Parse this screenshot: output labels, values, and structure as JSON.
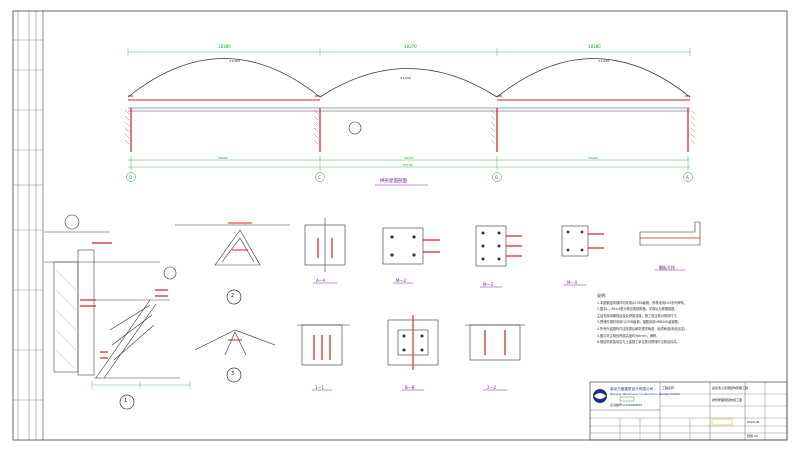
{
  "colors": {
    "line": "#333333",
    "member": "#cc2222",
    "dim": "#2f9a3a",
    "label": "#1a9a2a",
    "title": "#7a2aa0",
    "text": "#1e2f8a",
    "paper": "#ffffff"
  },
  "elevation": {
    "span_left": "18380",
    "span_mid": "18370",
    "span_right": "18380",
    "span_sub_left": "18000",
    "span_sub_mid": "18370",
    "span_sub_right": "18000",
    "total_width": "55130",
    "ridge_left": "±1,000",
    "ridge_mid": "±1,000",
    "ridge_right": "±1,000",
    "grid_axes": [
      "D",
      "C",
      "B",
      "A"
    ],
    "caption": "拱形屋面剖面"
  },
  "sections": {
    "aa": "A—A",
    "m2": "M—2",
    "m3": "M—3",
    "m4": "M—4",
    "flange": "翻板大样",
    "s11": "1—1",
    "bb": "B—B",
    "s22": "2—2"
  },
  "detail_numbers": [
    "1",
    "2",
    "3"
  ],
  "notes": {
    "heading": "说明:",
    "lines": [
      "1.本图钢结构钢材均采用Q235B级钢，焊条采用E43系列焊条。",
      "2.图中L—56×4表示等边角钢规格，字母后为规格数据。",
      "  主结构采用螺栓连接及焊接连接，施工前应核对现场尺寸。",
      "3.预埋件钢材采用Q235B级钢，锚筋采用HRB400级钢筋。",
      "4.所有外露钢构件应除锈后刷防锈漆两道、面漆两道(颜色另定)。",
      "5.图中未注明的焊缝高度均为6mm，满焊。",
      "6.钢结构安装前应与土建施工单位核对预埋件位置及标高。"
    ]
  },
  "title_block": {
    "company_cn": "南京万盛建筑设计有限公司",
    "company_en": "Nanjing Wansheng Construction Design CO.ltd",
    "license": "证书编号:A132000000",
    "project_label": "工程名称",
    "project_name": "某住宅小区钢结构雨棚工程",
    "drawing_name": "拱形屋面钢结构施工图",
    "date": "2020.06",
    "sheet": "结施-05"
  }
}
